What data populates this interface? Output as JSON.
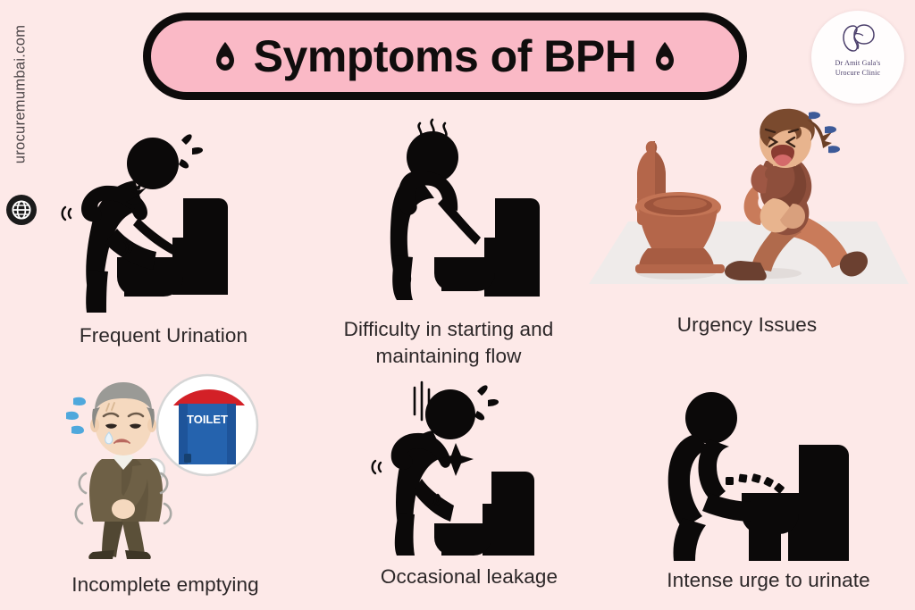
{
  "poster": {
    "background_color": "#FDE9E8",
    "title": "Symptoms of BPH",
    "title_pill_color": "#FAB9C6",
    "title_border_color": "#0D0B0B",
    "title_text_color": "#100D0D",
    "caption_text_color": "#2C2728"
  },
  "watermark": {
    "text": "urocuremumbai.com",
    "icon": "globe-icon"
  },
  "logo": {
    "icon": "kidney-mark-icon",
    "line1": "Dr Amit Gala's",
    "line2": "Urocure Clinic",
    "text_color": "#4B3F6B"
  },
  "decorations": {
    "left_drop": "water-drop-icon",
    "right_drop": "water-drop-icon"
  },
  "symptoms": [
    {
      "id": "frequent-urination",
      "caption": "Frequent Urination",
      "art": "man-hunched-over-toilet-pictogram",
      "style": "black-silhouette"
    },
    {
      "id": "difficulty-starting-flow",
      "caption": "Difficulty in starting and\nmaintaining flow",
      "art": "man-standing-at-toilet-pictogram",
      "style": "black-silhouette"
    },
    {
      "id": "urgency-issues",
      "caption": "Urgency Issues",
      "art": "man-running-to-toilet-illustration",
      "style": "color-cartoon",
      "colors": {
        "skin": "#C97B5A",
        "shirt": "#8E4F3C",
        "hair": "#7A4A2E",
        "toilet": "#B4664A",
        "floor": "#EFEBEA",
        "sweat": "#3D5A98"
      }
    },
    {
      "id": "incomplete-emptying",
      "caption": "Incomplete emptying",
      "art": "elderly-man-with-toilet-thought-bubble",
      "style": "color-cartoon",
      "bubble_label": "TOILET",
      "colors": {
        "suit": "#6E6046",
        "hair": "#9A9A96",
        "skin": "#F5D9BF",
        "toilet_body": "#2563AE",
        "toilet_roof": "#D32027",
        "sweat": "#4FA8DC"
      }
    },
    {
      "id": "occasional-leakage",
      "caption": "Occasional leakage",
      "art": "man-hunched-over-toilet-sparkle-pictogram",
      "style": "black-silhouette"
    },
    {
      "id": "intense-urge-to-urinate",
      "caption": "Intense urge to urinate",
      "art": "man-crouching-at-toilet-dotted-stream-pictogram",
      "style": "black-silhouette"
    }
  ]
}
